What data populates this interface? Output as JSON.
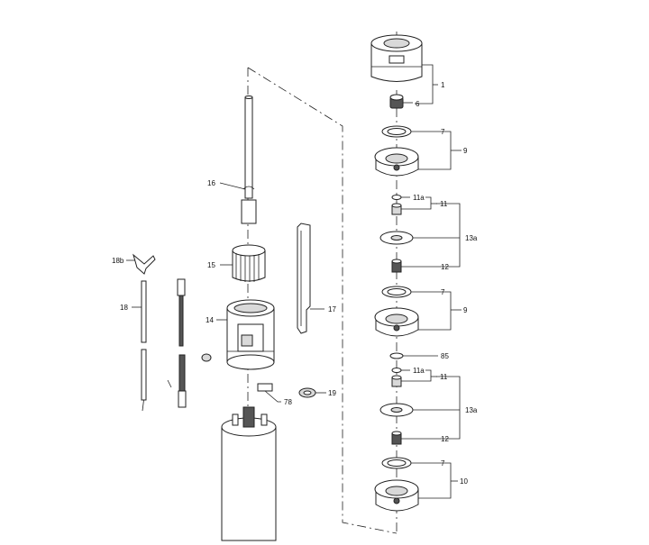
{
  "callouts": {
    "c1": "1",
    "c6": "6",
    "c7a": "7",
    "c9a": "9",
    "c11a_1": "11a",
    "c11_1": "11",
    "c13a_1": "13a",
    "c12_1": "12",
    "c7b": "7",
    "c9b": "9",
    "c85": "85",
    "c11a_2": "11a",
    "c11_2": "11",
    "c13a_2": "13a",
    "c12_2": "12",
    "c7c": "7",
    "c10": "10",
    "c16": "16",
    "c15": "15",
    "c18b": "18b",
    "c18": "18",
    "c14": "14",
    "c17": "17",
    "c19": "19",
    "c78": "78"
  }
}
